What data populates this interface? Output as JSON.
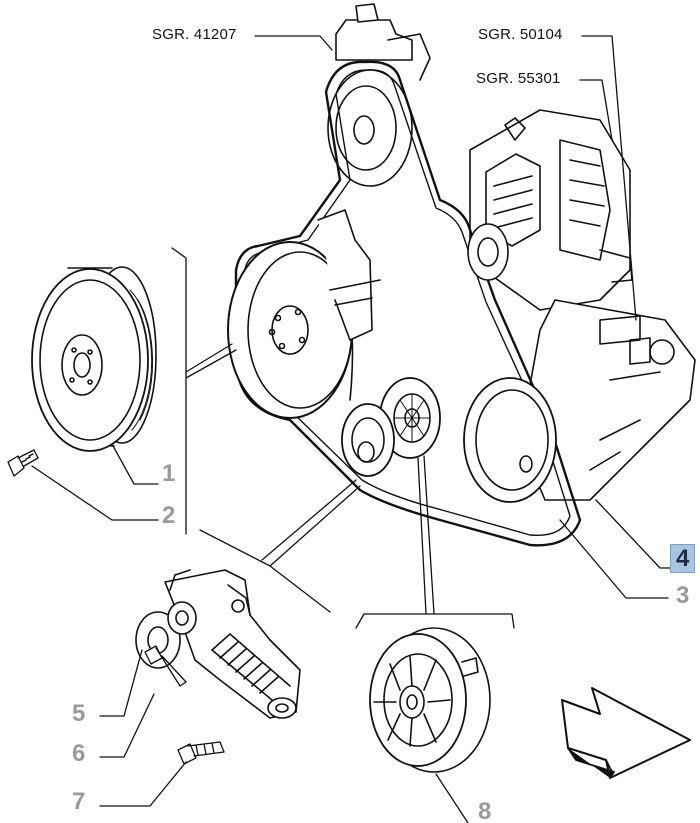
{
  "references": {
    "sgr_41207": "SGR. 41207",
    "sgr_50104": "SGR. 50104",
    "sgr_55301": "SGR. 55301"
  },
  "callouts": {
    "c1": "1",
    "c2": "2",
    "c3": "3",
    "c4": "4",
    "c5": "5",
    "c6": "6",
    "c7": "7",
    "c8": "8"
  },
  "highlighted_callout": "4",
  "colors": {
    "line": "#111111",
    "callout_text": "#9a9a9a",
    "highlight_fill": "#a9c4e0"
  }
}
